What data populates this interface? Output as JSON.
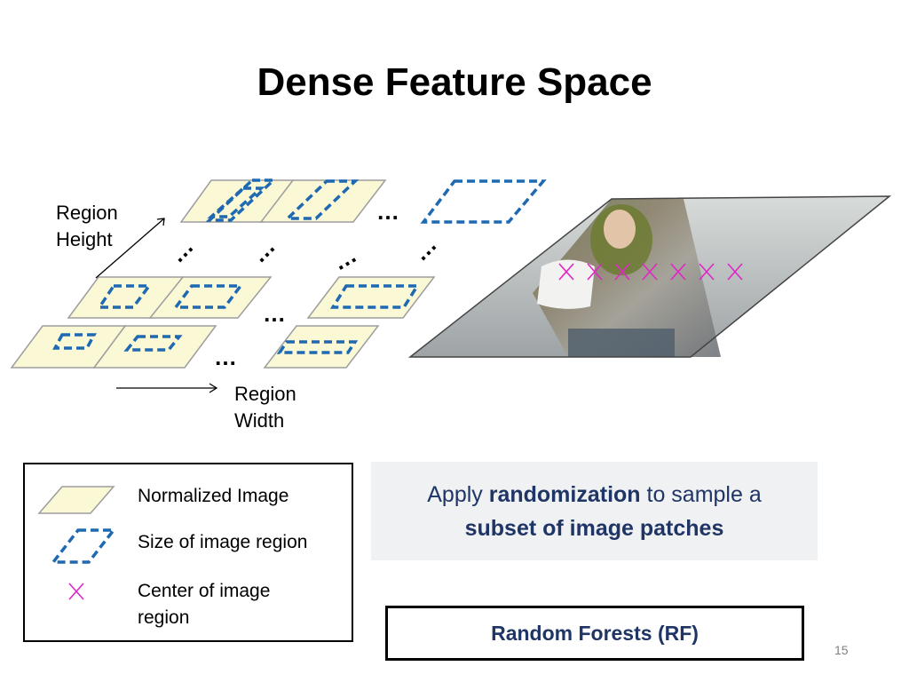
{
  "slide": {
    "title": "Dense Feature Space",
    "page_number": "15"
  },
  "diagram": {
    "region_height_label": "Region\nHeight",
    "region_width_label": "Region\nWidth",
    "ellipsis": "…"
  },
  "legend": {
    "normalized_image": "Normalized Image",
    "region_size": "Size of image region",
    "region_center": "Center of image region"
  },
  "callout": {
    "prefix": "Apply ",
    "bold1": "randomization",
    "middle": " to sample a",
    "bold2": "subset of image patches"
  },
  "rf": {
    "label": "Random Forests (RF)"
  },
  "colors": {
    "tile_fill": "#fbf8d6",
    "tile_stroke": "#9d9d9d",
    "region_dash": "#1e69b1",
    "center_marker": "#e026c8",
    "callout_text": "#1f3566"
  }
}
